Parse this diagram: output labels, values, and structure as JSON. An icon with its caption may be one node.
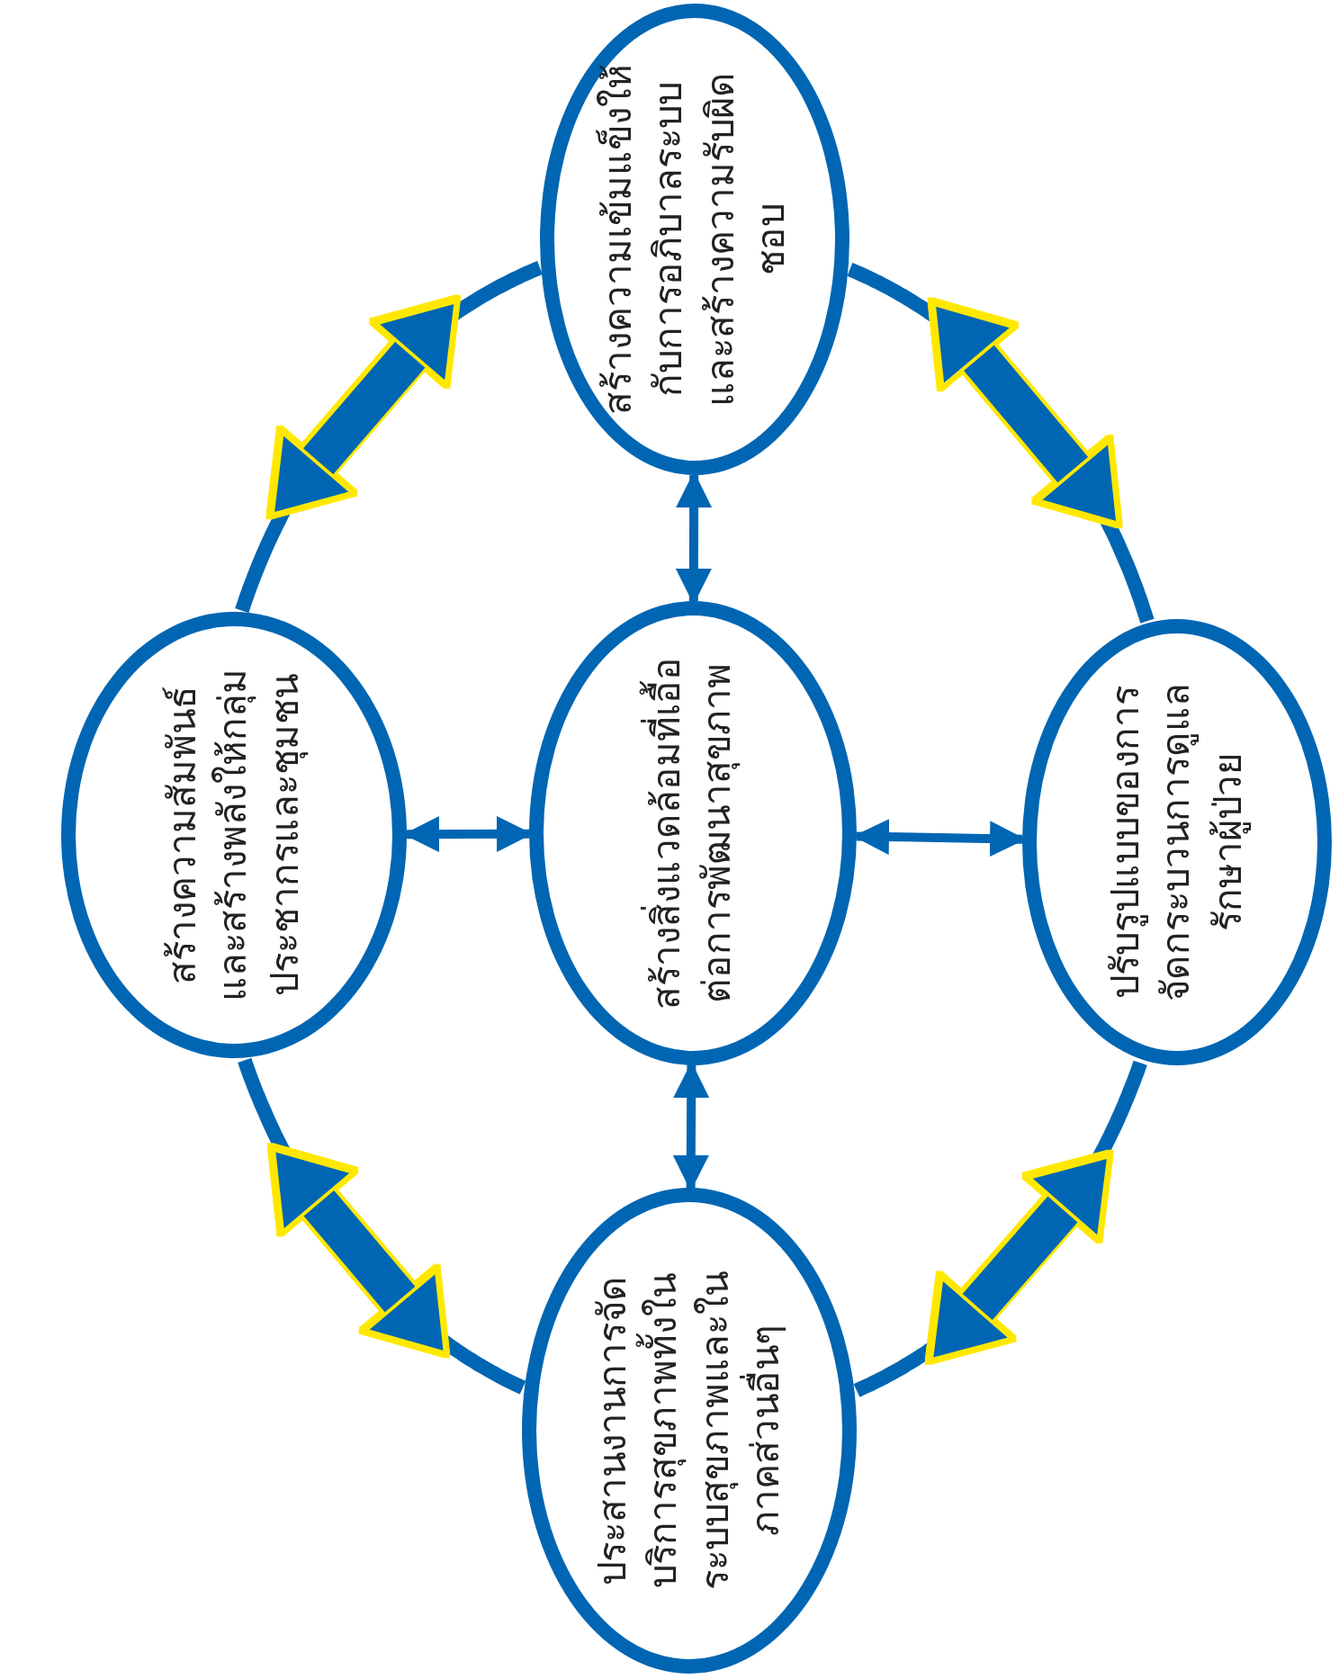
{
  "diagram": {
    "nodes": [
      {
        "text": [
          "สร้างความเข้มแข็งให้กับการอภิบาลระบบและสร้างความรับผิดชอบ"
        ]
      },
      {
        "text": [
          "สร้างความสัมพันธ์และสร้างพลังให้กลุ่มประชากรและชุมชน"
        ]
      },
      {
        "text": [
          "สร้างสิ่งแวดล้อมที่เอื้อต่อการพัฒนาสุขภาพ"
        ]
      },
      {
        "text": [
          "ปรับรูปแบบของการจัดกระบวนการดูแลรักษาผู้ป่วย"
        ]
      },
      {
        "text": [
          "ประสานงานการจัดบริการสุขภาพทั้งในระบบสุขภาพและในภาคส่วนอื่นๆ"
        ]
      }
    ],
    "edges": [
      {
        "from": 2,
        "to": 0,
        "arrow": "both"
      },
      {
        "from": 2,
        "to": 1,
        "arrow": "both"
      },
      {
        "from": 2,
        "to": 3,
        "arrow": "both"
      },
      {
        "from": 2,
        "to": 4,
        "arrow": "both"
      },
      {
        "from": 0,
        "to": 1,
        "arrow": "both",
        "style": "thick"
      },
      {
        "from": 0,
        "to": 3,
        "arrow": "both",
        "style": "thick"
      },
      {
        "from": 3,
        "to": 4,
        "arrow": "both",
        "style": "thick"
      },
      {
        "from": 4,
        "to": 1,
        "arrow": "both",
        "style": "thick"
      },
      {
        "from": 0,
        "to": 1,
        "arrow": "none"
      },
      {
        "from": 0,
        "to": 3,
        "arrow": "none"
      },
      {
        "from": 3,
        "to": 4,
        "arrow": "none"
      },
      {
        "from": 4,
        "to": 1,
        "arrow": "none"
      }
    ]
  }
}
